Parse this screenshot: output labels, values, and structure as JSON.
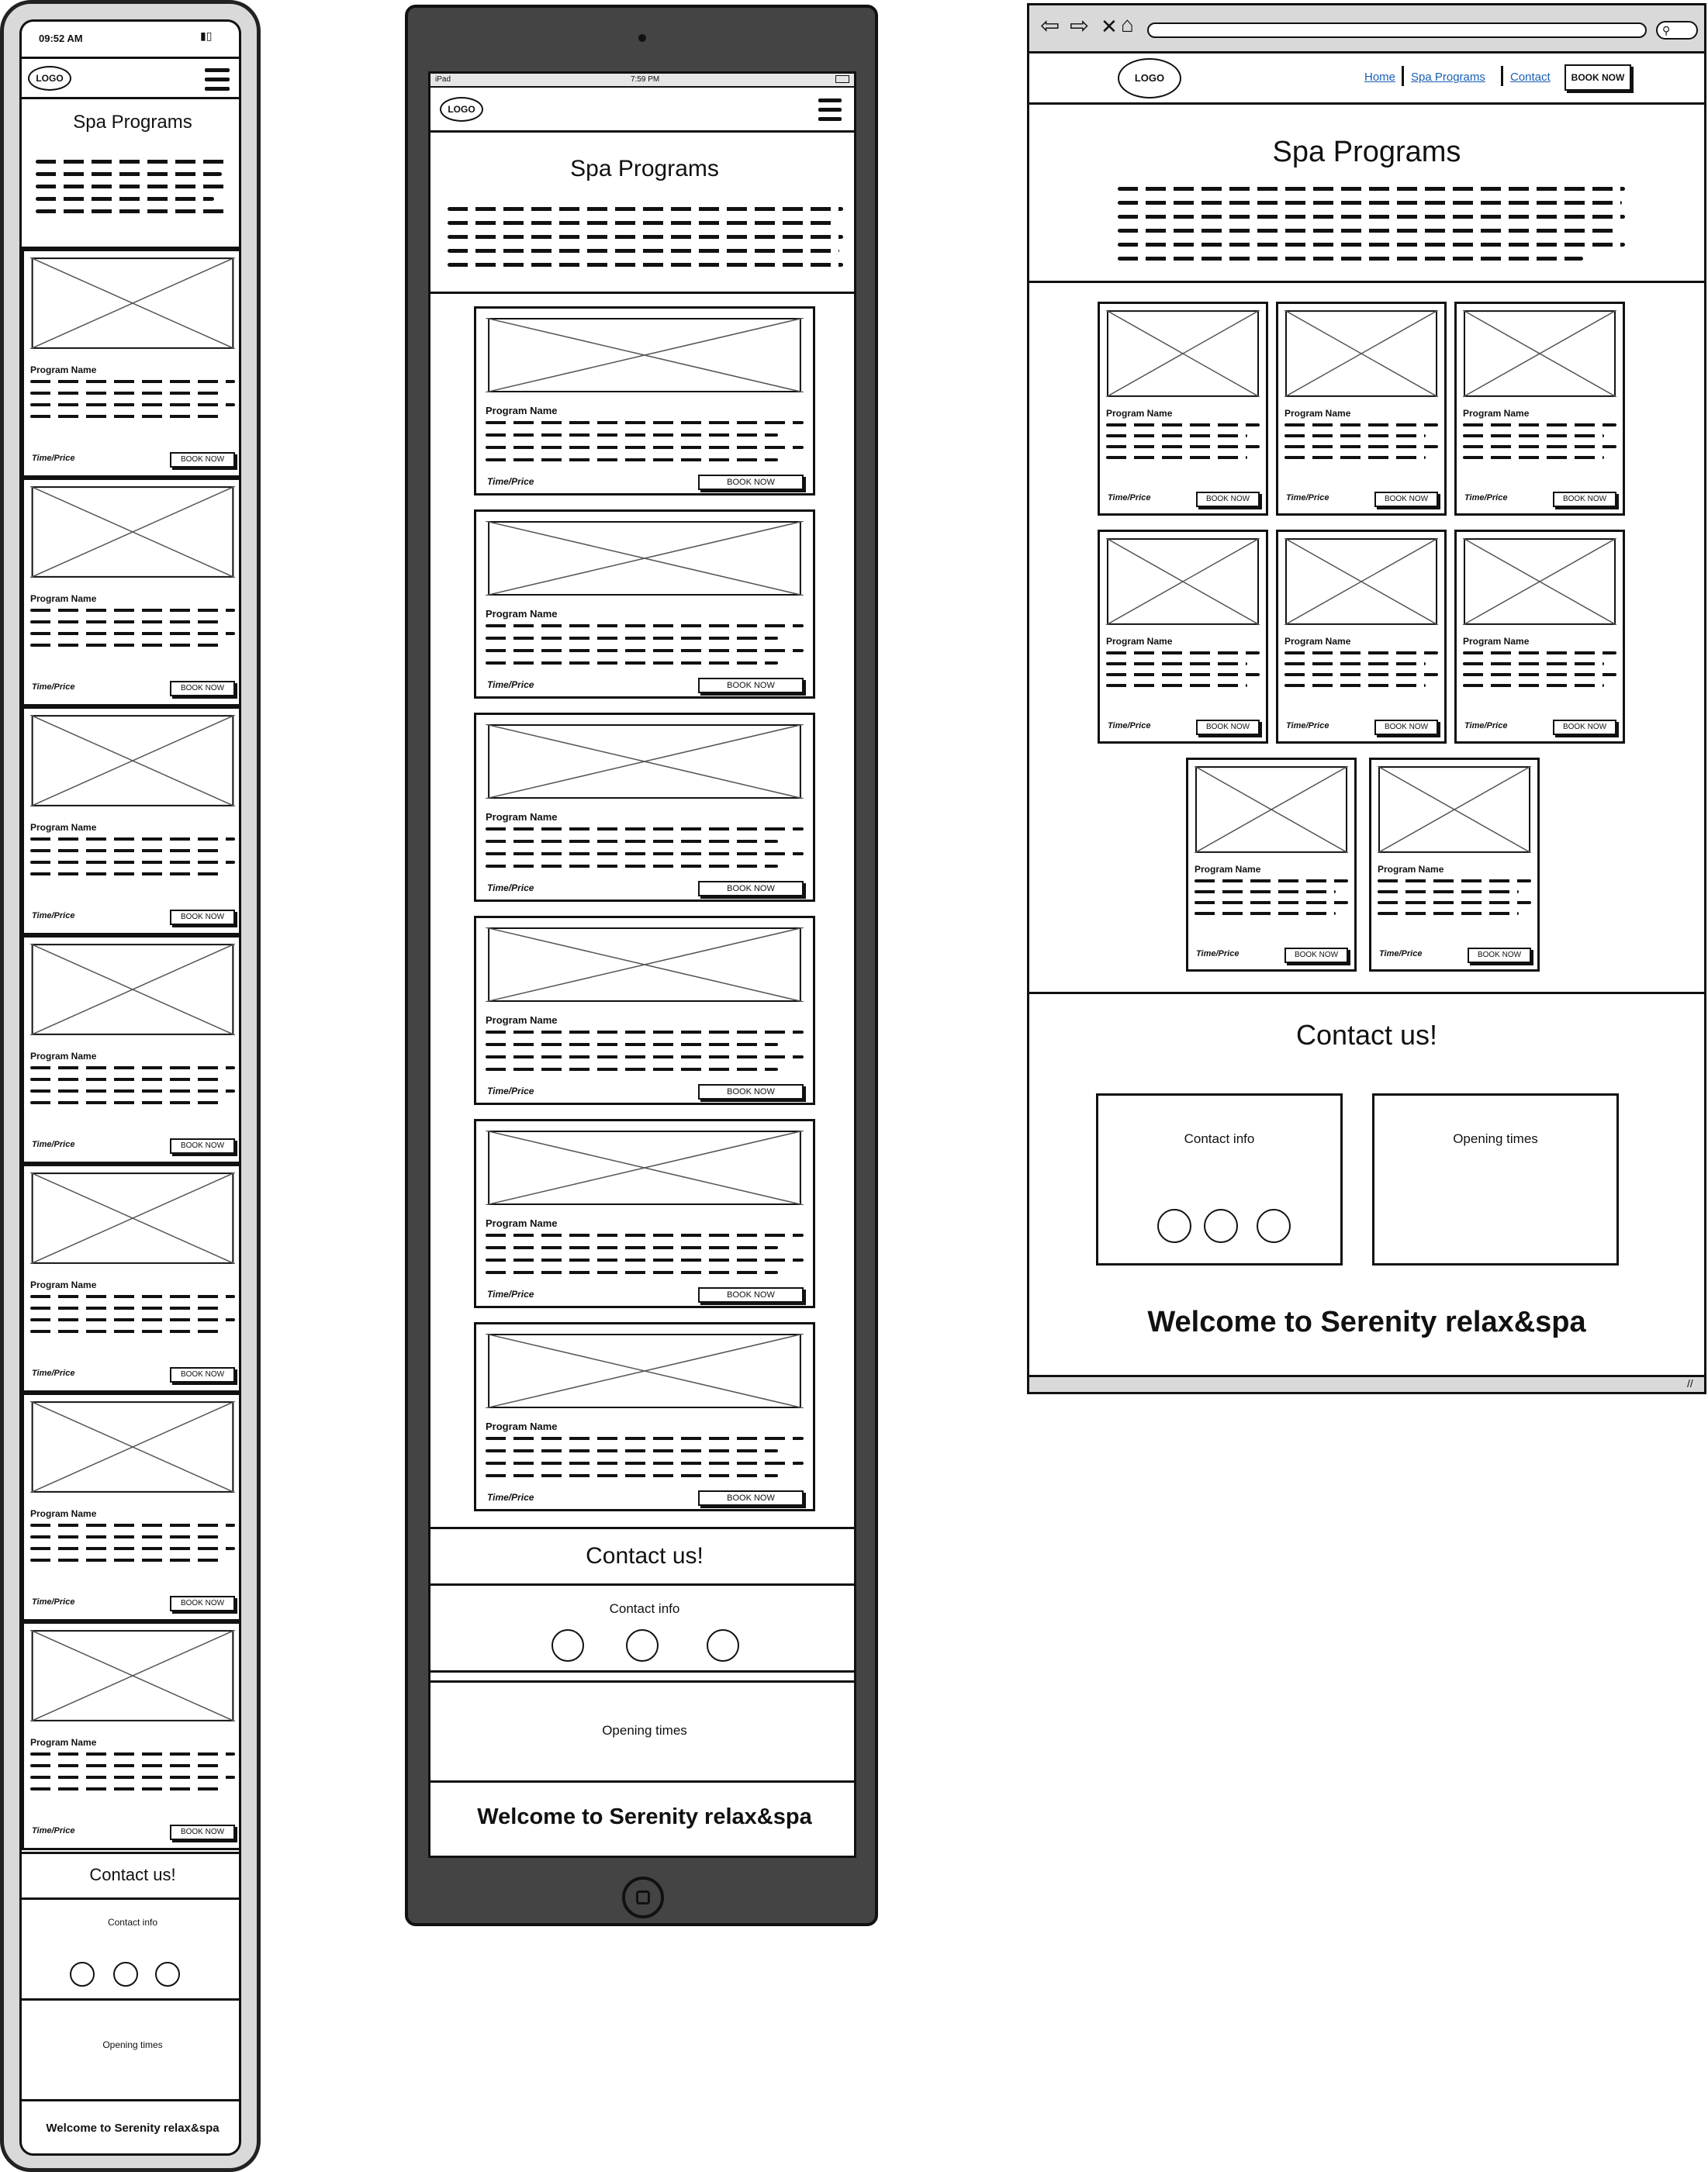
{
  "brand": {
    "logo": "LOGO"
  },
  "hero": {
    "title": "Spa Programs"
  },
  "card": {
    "name": "Program Name",
    "meta": "Time/Price",
    "cta": "BOOK NOW"
  },
  "nav": {
    "home": "Home",
    "programs": "Spa Programs",
    "contact": "Contact",
    "cta": "BOOK NOW"
  },
  "contact": {
    "title": "Contact us!",
    "info": "Contact info",
    "hours": "Opening times"
  },
  "footer": {
    "welcome": "Welcome to Serenity relax&spa"
  },
  "mobile": {
    "status_time": "09:52 AM"
  },
  "tablet": {
    "device": "iPad",
    "status_time": "7:59 PM"
  },
  "icons": [
    "back-arrow-icon",
    "forward-arrow-icon",
    "close-icon",
    "home-icon",
    "search-icon",
    "hamburger-menu-icon",
    "image-placeholder-icon",
    "social-icon",
    "resize-grip-icon",
    "home-button-icon"
  ]
}
